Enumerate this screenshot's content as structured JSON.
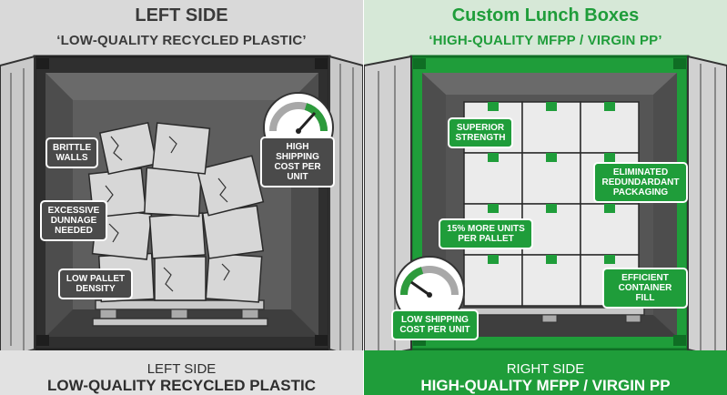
{
  "left": {
    "title": "LEFT SIDE",
    "subtitle": "‘LOW-QUALITY RECYCLED PLASTIC’",
    "callouts": {
      "brittle_walls": "BRITTLE WALLS",
      "excessive_dunnage": "EXCESSIVE DUNNAGE NEEDED",
      "low_pallet_density": "LOW PALLET DENSITY",
      "shipping_cost": "HIGH SHIPPING COST PER UNIT"
    },
    "gauge_icon": "speedometer-gauge-high",
    "footer_line1": "LEFT SIDE",
    "footer_line2": "LOW-QUALITY RECYCLED PLASTIC"
  },
  "right": {
    "title": "Custom Lunch Boxes",
    "subtitle": "‘HIGH-QUALITY MFPP / VIRGIN PP’",
    "callouts": {
      "superior_strength": "SUPERIOR STRENGTH",
      "eliminated_packaging": "ELIMINATED REDUNDARDANT PACKAGING",
      "more_units": "15% MORE UNITS PER PALLET",
      "efficient_fill": "EFFICIENT CONTAINER FILL",
      "shipping_cost": "LOW SHIPPING COST PER UNIT"
    },
    "gauge_icon": "speedometer-gauge-low",
    "footer_line1": "RIGHT SIDE",
    "footer_line2": "HIGH-QUALITY MFPP / VIRGIN PP"
  },
  "colors": {
    "left_bg": "#d9d9d9",
    "right_bg": "#d6e8d7",
    "green": "#1f9d3a",
    "dark_gray": "#4a4a4a"
  }
}
